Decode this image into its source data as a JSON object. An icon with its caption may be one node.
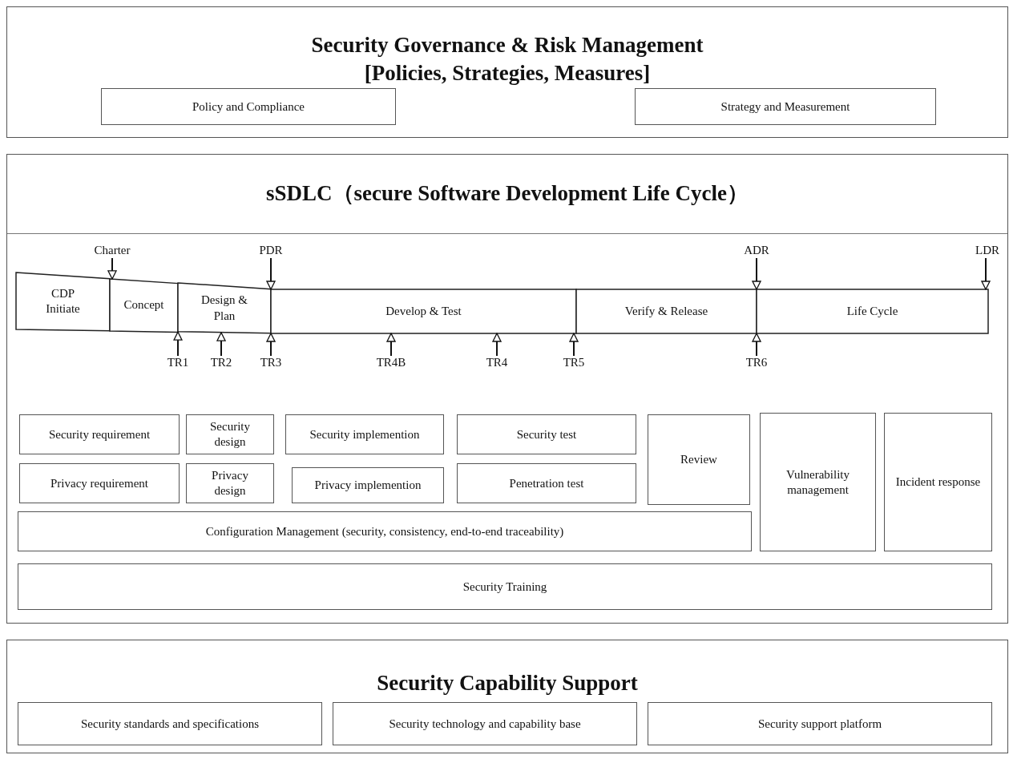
{
  "diagram": {
    "nodes": [
      {
        "text": [
          "Security Governance & Risk Management [Policies, Strategies, Measures]"
        ]
      },
      {
        "text": [
          "Policy and Compliance"
        ],
        "in": 0
      },
      {
        "text": [
          "Strategy and Measurement"
        ],
        "in": 0
      },
      {
        "text": [
          "sSDLC（secure Software Development Life Cycle）"
        ]
      },
      {
        "text": [
          "Charter"
        ],
        "in": 3
      },
      {
        "text": [
          "PDR"
        ],
        "in": 3
      },
      {
        "text": [
          "ADR"
        ],
        "in": 3
      },
      {
        "text": [
          "LDR"
        ],
        "in": 3
      },
      {
        "text": [
          "CDP Initiate"
        ],
        "in": 3
      },
      {
        "text": [
          "Concept"
        ],
        "in": 3
      },
      {
        "text": [
          "Design & Plan"
        ],
        "in": 3
      },
      {
        "text": [
          "Develop & Test"
        ],
        "in": 3
      },
      {
        "text": [
          "Verify & Release"
        ],
        "in": 3
      },
      {
        "text": [
          "Life Cycle"
        ],
        "in": 3
      },
      {
        "text": [
          "TR1"
        ],
        "in": 3
      },
      {
        "text": [
          "TR2"
        ],
        "in": 3
      },
      {
        "text": [
          "TR3"
        ],
        "in": 3
      },
      {
        "text": [
          "TR4B"
        ],
        "in": 3
      },
      {
        "text": [
          "TR4"
        ],
        "in": 3
      },
      {
        "text": [
          "TR5"
        ],
        "in": 3
      },
      {
        "text": [
          "TR6"
        ],
        "in": 3
      },
      {
        "text": [
          "Security requirement"
        ],
        "in": 3
      },
      {
        "text": [
          "Security design"
        ],
        "in": 3
      },
      {
        "text": [
          "Security implemention"
        ],
        "in": 3
      },
      {
        "text": [
          "Security test"
        ],
        "in": 3
      },
      {
        "text": [
          "Review"
        ],
        "in": 3
      },
      {
        "text": [
          "Vulnerability management"
        ],
        "in": 3
      },
      {
        "text": [
          "Incident response"
        ],
        "in": 3
      },
      {
        "text": [
          "Privacy requirement"
        ],
        "in": 3
      },
      {
        "text": [
          "Privacy design"
        ],
        "in": 3
      },
      {
        "text": [
          "Privacy implemention"
        ],
        "in": 3
      },
      {
        "text": [
          "Penetration test"
        ],
        "in": 3
      },
      {
        "text": [
          "Configuration Management (security, consistency, end-to-end traceability)"
        ],
        "in": 3
      },
      {
        "text": [
          "Security Training"
        ],
        "in": 3
      },
      {
        "text": [
          "Security Capability Support"
        ]
      },
      {
        "text": [
          "Security standards and specifications"
        ],
        "in": 34
      },
      {
        "text": [
          "Security technology and capability base"
        ],
        "in": 34
      },
      {
        "text": [
          "Security support platform"
        ],
        "in": 34
      }
    ],
    "edges": [
      {
        "from": 4,
        "to": null,
        "arrow": "to"
      },
      {
        "from": 5,
        "to": 10,
        "arrow": "to"
      },
      {
        "from": 6,
        "to": 12,
        "arrow": "to"
      },
      {
        "from": 7,
        "to": 13,
        "arrow": "to"
      },
      {
        "from": 14,
        "to": null,
        "arrow": "to"
      },
      {
        "from": 15,
        "to": null,
        "arrow": "to"
      },
      {
        "from": 16,
        "to": null,
        "arrow": "to"
      },
      {
        "from": 17,
        "to": null,
        "arrow": "to"
      },
      {
        "from": 18,
        "to": null,
        "arrow": "to"
      },
      {
        "from": 19,
        "to": null,
        "arrow": "to"
      },
      {
        "from": 20,
        "to": null,
        "arrow": "to"
      }
    ]
  }
}
